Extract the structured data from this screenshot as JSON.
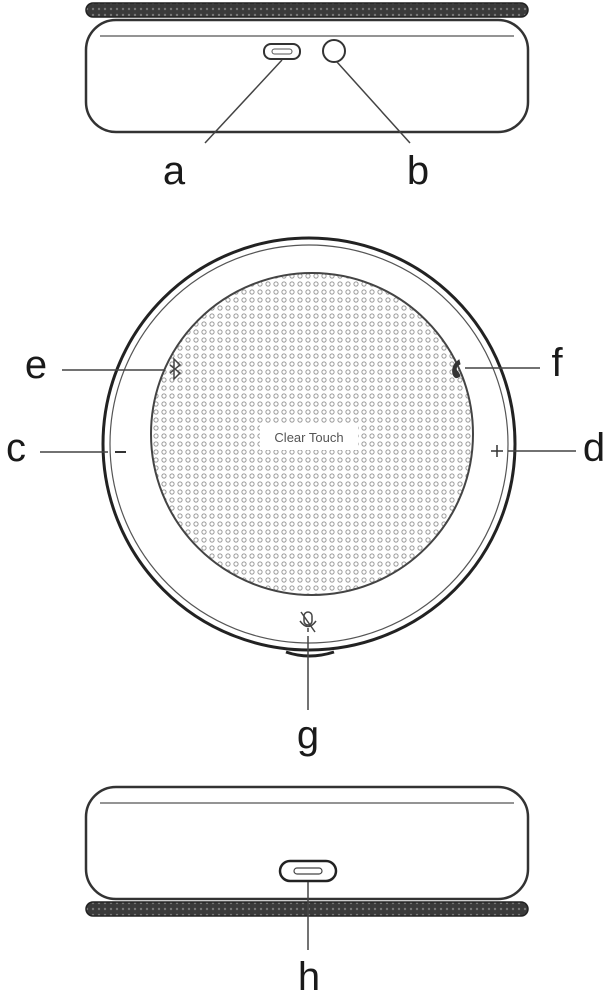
{
  "callouts": {
    "a": "a",
    "b": "b",
    "c": "c",
    "d": "d",
    "e": "e",
    "f": "f",
    "g": "g",
    "h": "h"
  },
  "device": {
    "brand": "Clear Touch",
    "buttons": {
      "minus": "-",
      "plus": "+"
    }
  },
  "icons": [
    "usb-port-icon",
    "audio-jack-icon",
    "bluetooth-icon",
    "phone-icon",
    "microphone-mute-icon",
    "usb-port-icon"
  ]
}
